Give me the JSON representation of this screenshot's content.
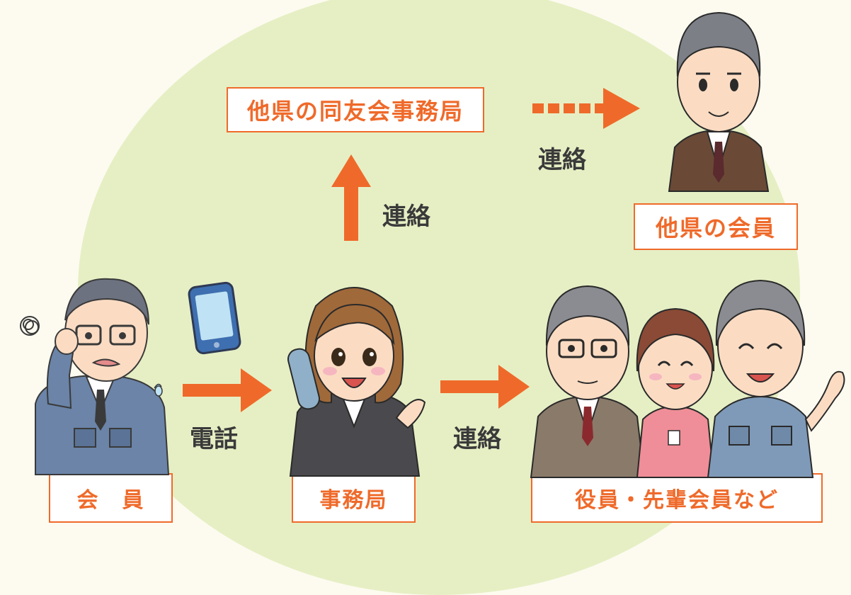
{
  "colors": {
    "accent": "#ef6a2a",
    "background_circle": "#e6efc4",
    "label_text": "#3a3a3a"
  },
  "nodes": {
    "member": "会　員",
    "office": "事務局",
    "other_pref_office": "他県の同友会事務局",
    "other_pref_member": "他県の会員",
    "officers": "役員・先輩会員など"
  },
  "edges": {
    "phone": "電話",
    "contact_officers": "連絡",
    "contact_other_office": "連絡",
    "contact_other_member": "連絡"
  },
  "icons": [
    "smartphone-icon",
    "worried-member-figure",
    "office-staff-figure",
    "other-pref-member-figure",
    "officer-group-figure"
  ]
}
